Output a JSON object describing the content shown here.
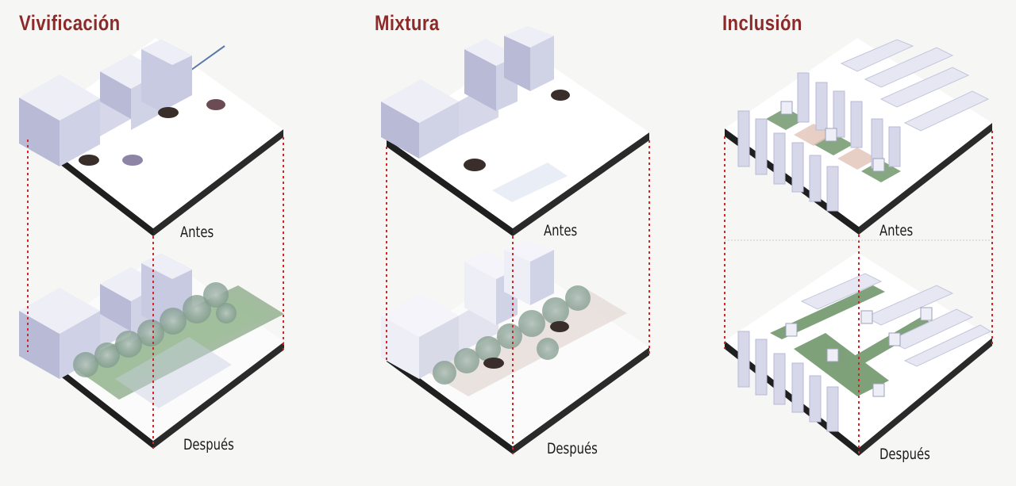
{
  "colors": {
    "title": "#8c2a2a",
    "guide": "#cc2a2a",
    "slab": "#1f1f1f",
    "green": "#4d7a4b",
    "tree": "#8fa89a"
  },
  "panels": [
    {
      "title": "Vivificación",
      "before_label": "Antes",
      "after_label": "Después"
    },
    {
      "title": "Mixtura",
      "before_label": "Antes",
      "after_label": "Después"
    },
    {
      "title": "Inclusión",
      "before_label": "Antes",
      "after_label": "Después"
    }
  ]
}
